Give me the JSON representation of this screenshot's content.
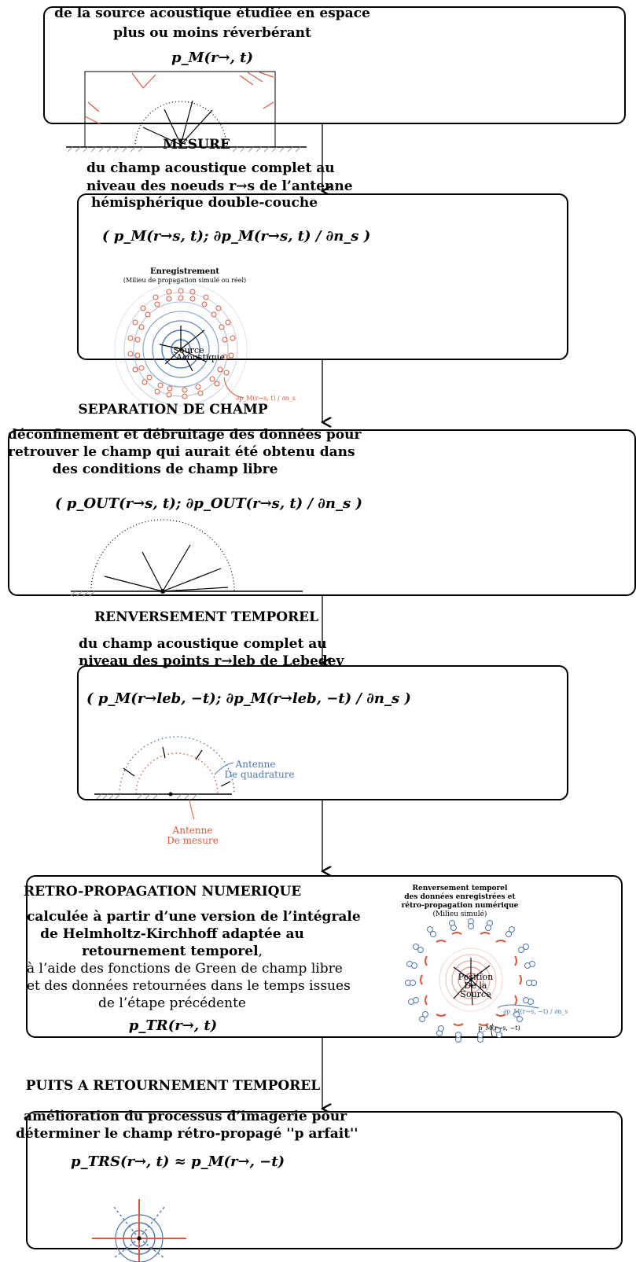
{
  "step1": {
    "line1": "de la source acoustique étudiée en espace",
    "line2": "plus ou moins réverbérant",
    "formula": "p_M(r→, t)"
  },
  "step2": {
    "title": "MESURE",
    "line1": "du champ acoustique complet au",
    "line2": "niveau des noeuds r→s de l’antenne",
    "line3": "hémisphérique double-couche",
    "formula": "( p_M(r→s, t); ∂p_M(r→s, t) / ∂n_s )",
    "fig_title": "Enregistrement",
    "fig_subtitle": "(Milieu de propagation simulé ou réel)",
    "fig_label1": "Source",
    "fig_label2": "Acoustique",
    "fig_deriv": "∂p_M(r→s, t) / ∂n_s"
  },
  "step3": {
    "title": "SEPARATION DE CHAMP",
    "line1": "déconfinement et débruitage des données pour",
    "line2": "retrouver le champ qui aurait été obtenu dans",
    "line3": "des conditions de champ libre",
    "formula": "( p_OUT(r→s, t); ∂p_OUT(r→s, t) / ∂n_s )"
  },
  "step4": {
    "title": "RENVERSEMENT TEMPOREL",
    "line1": "du champ acoustique complet au",
    "line2": "niveau des points r→leb de Lebedev",
    "formula": "( p_M(r→leb, −t); ∂p_M(r→leb, −t) / ∂n_s )",
    "label_quad1": "Antenne",
    "label_quad2": "De quadrature",
    "label_mes1": "Antenne",
    "label_mes2": "De mesure"
  },
  "step5": {
    "title": "RETRO-PROPAGATION NUMERIQUE",
    "line1": "calculée à partir d’une version de l’intégrale",
    "line2": "de Helmholtz-Kirchhoff adaptée au",
    "line3": "retournement temporel",
    "line3_tail": ",",
    "line4": "à l’aide des fonctions de Green de champ libre",
    "line5": "et des données retournées dans le temps issues",
    "line6": "de l’étape précédente",
    "formula": "p_TR(r→, t)",
    "fig_title1": "Renversement temporel",
    "fig_title2": "des données enregistrées et",
    "fig_title3": "rétro-propagation numérique",
    "fig_subtitle": "(Milieu simulé)",
    "fig_label1": "Position",
    "fig_label2": "De la",
    "fig_label3": "Source",
    "fig_deriv": "∂p_M(r→s, −t) / ∂n_s",
    "fig_p": "p_M(r→s, −t)"
  },
  "step6": {
    "title": "PUITS A RETOURNEMENT TEMPOREL",
    "line1": "amélioration du processus d’imagerie pour",
    "line2": "déterminer le champ rétro-propagé ''p arfait''",
    "formula": "p_TRS(r→, t) ≈ p_M(r→, −t)"
  },
  "colors": {
    "red": "#e0573a",
    "blue": "#4a78b5",
    "black": "#000000"
  }
}
